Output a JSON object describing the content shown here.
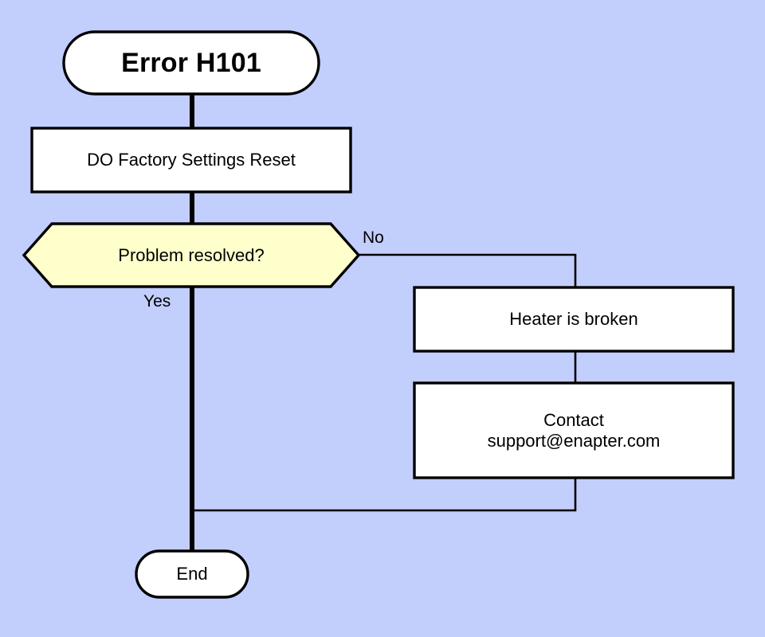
{
  "diagram": {
    "type": "flowchart",
    "orientation": "top-down",
    "background_color": "#C2CEFC",
    "node_fill_color": "#FFFFFF",
    "decision_fill_color": "#FFFFCC",
    "stroke_color": "#000000",
    "nodes": [
      {
        "id": "start",
        "shape": "stadium",
        "label": "Error H101"
      },
      {
        "id": "reset",
        "shape": "rectangle",
        "label": "DO Factory Settings Reset"
      },
      {
        "id": "decision",
        "shape": "hexagon",
        "label": "Problem resolved?"
      },
      {
        "id": "broken",
        "shape": "rectangle",
        "label": "Heater is broken"
      },
      {
        "id": "contact",
        "shape": "rectangle",
        "label_line_1": "Contact",
        "label_line_2": "support@enapter.com"
      },
      {
        "id": "end",
        "shape": "stadium",
        "label": "End"
      }
    ],
    "edges": [
      {
        "id": "start-to-reset",
        "from": "start",
        "to": "reset",
        "label": ""
      },
      {
        "id": "reset-to-decision",
        "from": "reset",
        "to": "decision",
        "label": ""
      },
      {
        "id": "decision-yes",
        "from": "decision",
        "to": "end",
        "label": "Yes"
      },
      {
        "id": "decision-no",
        "from": "decision",
        "to": "broken",
        "label": "No"
      },
      {
        "id": "broken-to-contact",
        "from": "broken",
        "to": "contact",
        "label": ""
      },
      {
        "id": "contact-to-end",
        "from": "contact",
        "to": "end",
        "label": ""
      }
    ]
  }
}
